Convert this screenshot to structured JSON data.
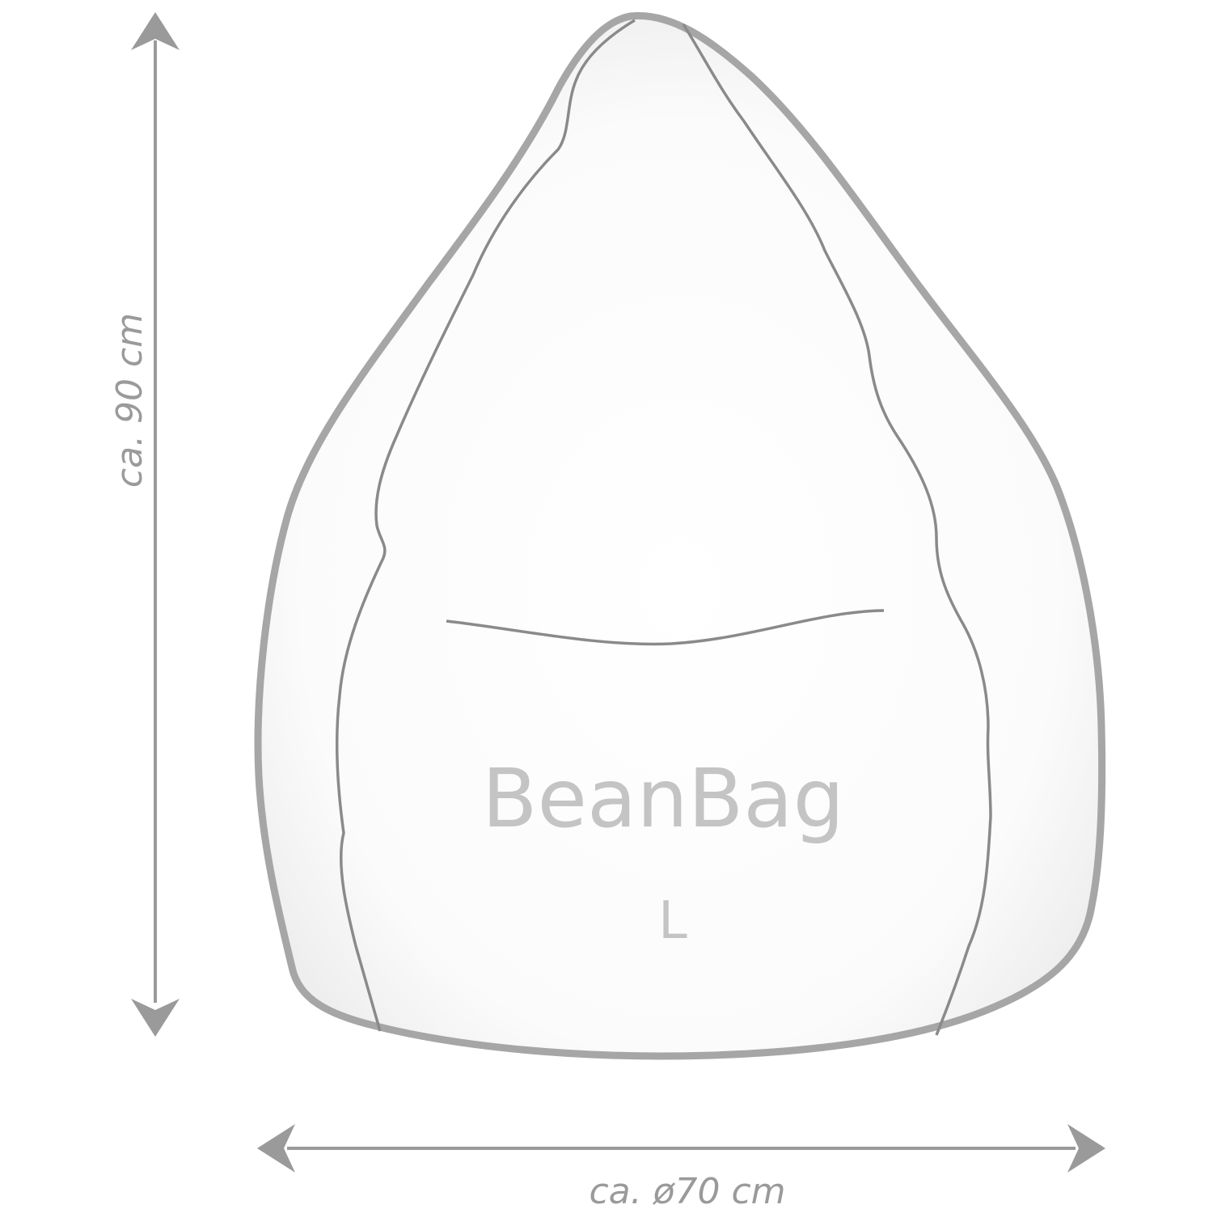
{
  "product": {
    "name": "BeanBag",
    "size": "L"
  },
  "dimensions": {
    "height_label": "ca. 90 cm",
    "width_label": "ca. ø70 cm"
  },
  "colors": {
    "outline": "#a6a6a6",
    "seam": "#8a8a8a",
    "text": "#c4c4c4",
    "arrow": "#9a9a9a",
    "label": "#9a9a9a"
  }
}
